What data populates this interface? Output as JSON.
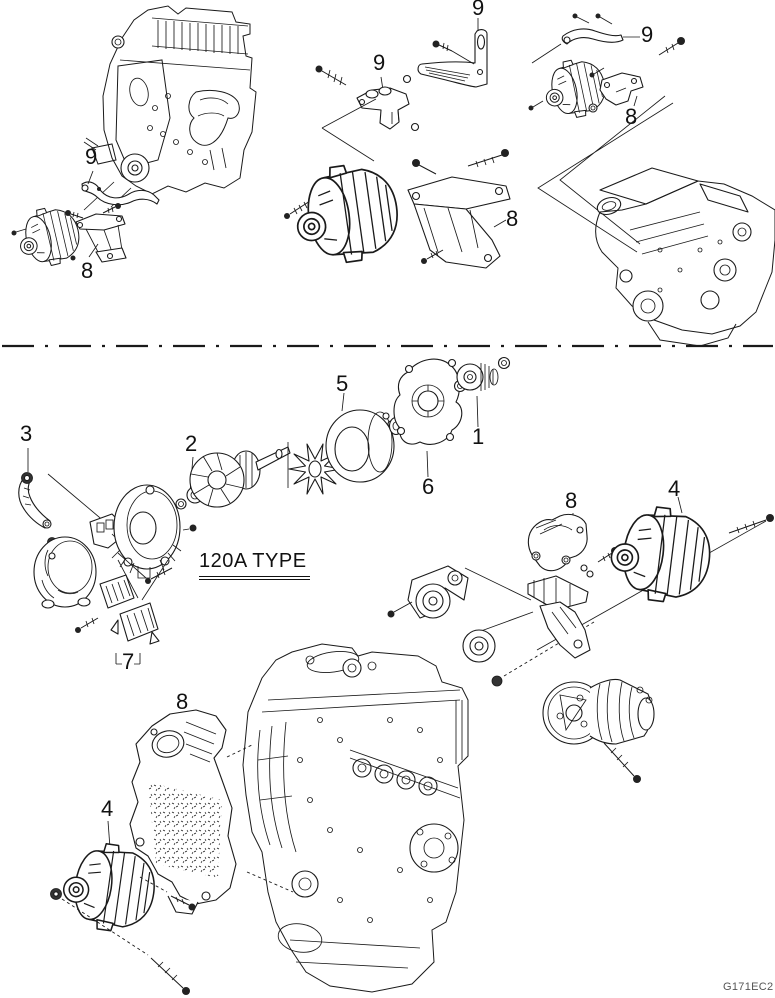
{
  "figure": {
    "type_label": "120A TYPE",
    "code": "G171EC2"
  },
  "callouts": [
    {
      "label": "9",
      "view": "top-left-engine"
    },
    {
      "label": "8",
      "view": "top-left-engine"
    },
    {
      "label": "9",
      "view": "top-middle-strap"
    },
    {
      "label": "9",
      "view": "top-middle-bracket"
    },
    {
      "label": "8",
      "view": "top-middle-bracket"
    },
    {
      "label": "9",
      "view": "top-right"
    },
    {
      "label": "8",
      "view": "top-right"
    },
    {
      "label": "3",
      "view": "exploded-120a"
    },
    {
      "label": "2",
      "view": "exploded-120a"
    },
    {
      "label": "5",
      "view": "exploded-120a"
    },
    {
      "label": "1",
      "view": "exploded-120a"
    },
    {
      "label": "6",
      "view": "exploded-120a"
    },
    {
      "label": "7",
      "view": "exploded-120a"
    },
    {
      "label": "8",
      "view": "right-assembly"
    },
    {
      "label": "4",
      "view": "right-assembly"
    },
    {
      "label": "8",
      "view": "bottom-assembly"
    },
    {
      "label": "4",
      "view": "bottom-assembly"
    }
  ]
}
